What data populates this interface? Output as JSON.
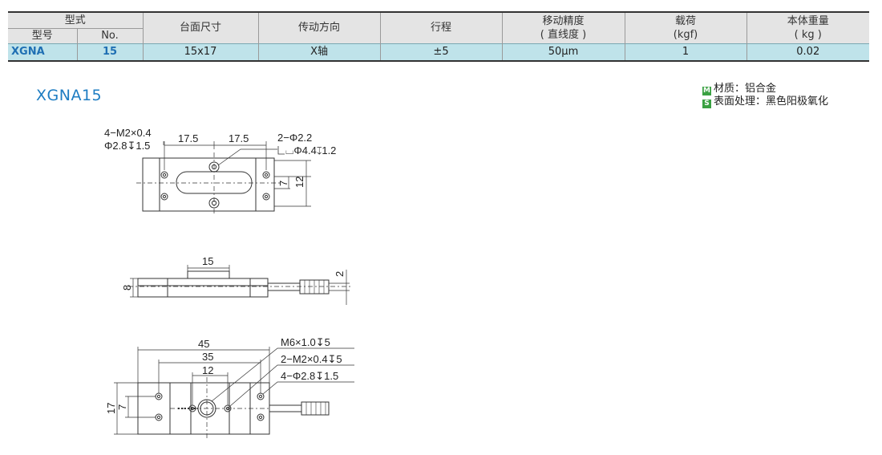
{
  "table": {
    "group_header": "型式",
    "sub_headers": [
      "型号",
      "No."
    ],
    "columns": [
      "台面尺寸",
      "传动方向",
      "行程"
    ],
    "col_precision": [
      "移动精度",
      "( 直线度 )"
    ],
    "col_load": [
      "载荷",
      "(kgf)"
    ],
    "col_weight": [
      "本体重量",
      "( kg )"
    ],
    "row": {
      "model": "XGNA",
      "no": "15",
      "table_size": "15x17",
      "direction": "X轴",
      "stroke": "±5",
      "precision": "50μm",
      "load": "1",
      "weight": "0.02"
    }
  },
  "product_title": "XGNA15",
  "notes": [
    {
      "tag": "M",
      "text": "材质：铝合金"
    },
    {
      "tag": "S",
      "text": "表面处理：黑色阳极氧化"
    }
  ],
  "top_view": {
    "thread_callout": [
      "4−M2×0.4",
      "Φ2.8↧1.5"
    ],
    "dim_a": "17.5",
    "dim_b": "17.5",
    "hole_callout": [
      "2−Φ2.2",
      "⌴Φ4.4↧1.2"
    ],
    "dim_inner": "7",
    "dim_outer": "12"
  },
  "side_view": {
    "dim_length": "15",
    "dim_height": "8",
    "dim_small": "2"
  },
  "bottom_view": {
    "dim_overall": "45",
    "dim_mid": "35",
    "dim_inner": "12",
    "dim_h_outer": "17",
    "dim_h_inner": "7",
    "callouts": [
      "M6×1.0↧5",
      "2−M2×0.4↧5",
      "4−Φ2.8↧1.5"
    ]
  }
}
